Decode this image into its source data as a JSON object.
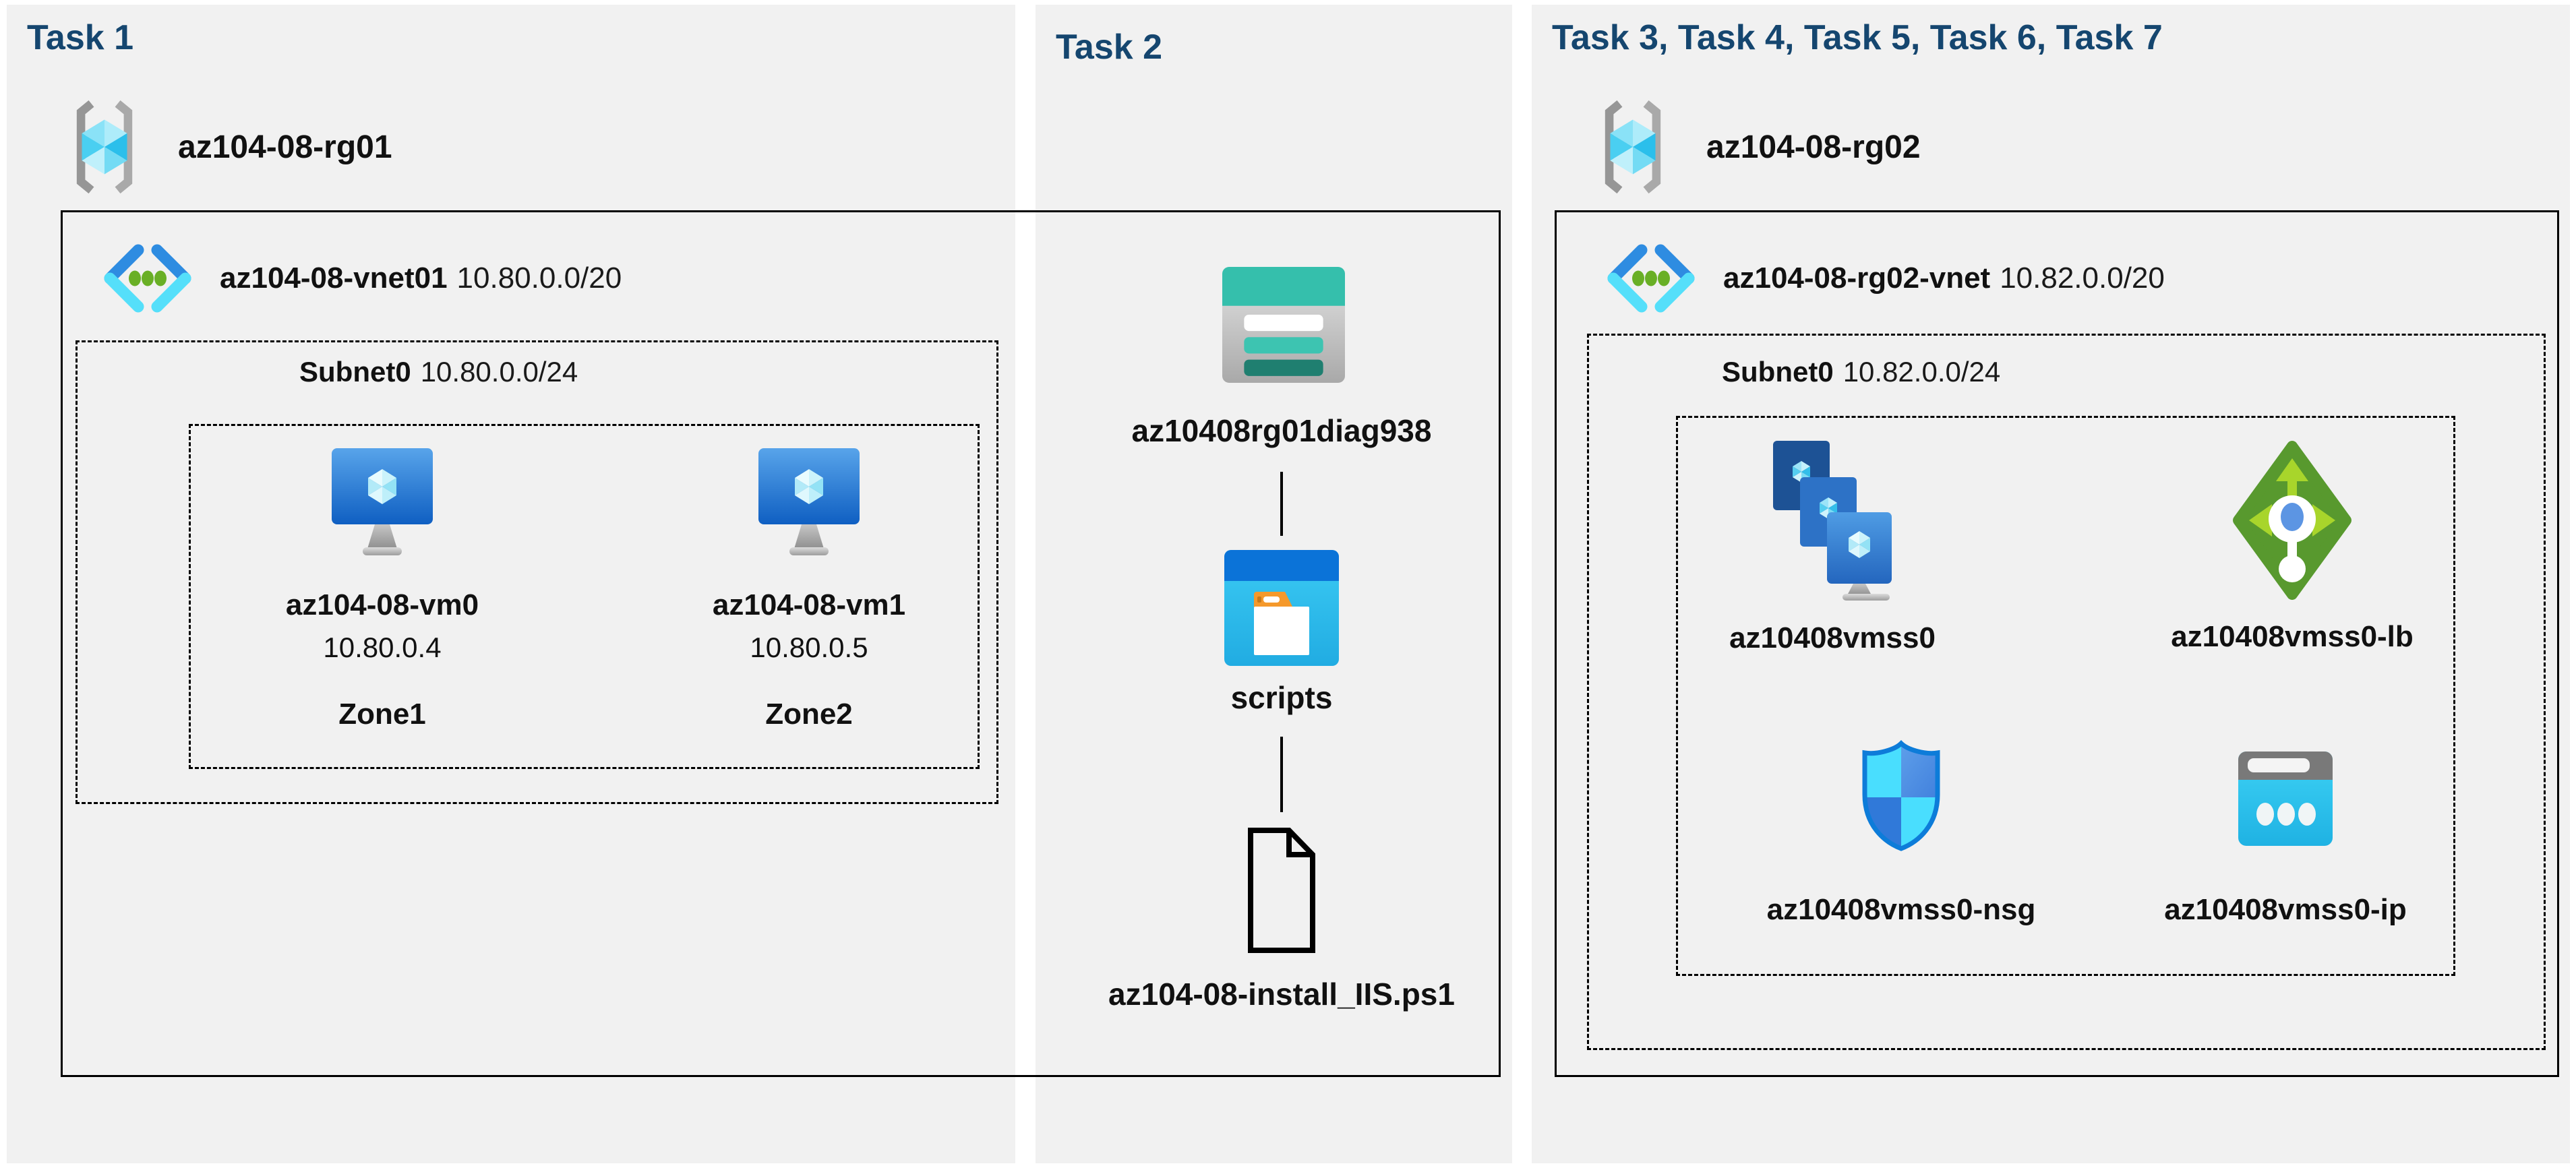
{
  "colors": {
    "panel_background": "#F1F1F1",
    "task_header": "#15466F",
    "border": "#000000",
    "storage_teal": "#35BFAC",
    "folder_top_blue": "#0B73D8",
    "vm_screen_blue": "#2F7BD2",
    "load_balancer_green": "#58992E",
    "nsg_border_blue": "#0D7CD9",
    "public_ip_cyan": "#2FC4EE",
    "vnet_dot_green": "#69AF25"
  },
  "task1": {
    "header": "Task 1",
    "resource_group": "az104-08-rg01",
    "vnet": {
      "name": "az104-08-vnet01",
      "cidr": "10.80.0.0/20"
    },
    "subnet": {
      "name": "Subnet0",
      "cidr": "10.80.0.0/24"
    },
    "vms": [
      {
        "name": "az104-08-vm0",
        "ip": "10.80.0.4",
        "zone": "Zone1"
      },
      {
        "name": "az104-08-vm1",
        "ip": "10.80.0.5",
        "zone": "Zone2"
      }
    ]
  },
  "task2": {
    "header": "Task 2",
    "storage_account": "az10408rg01diag938",
    "container": "scripts",
    "file": "az104-08-install_IIS.ps1"
  },
  "task3": {
    "header": "Task 3, Task 4, Task 5, Task 6, Task 7",
    "resource_group": "az104-08-rg02",
    "vnet": {
      "name": "az104-08-rg02-vnet",
      "cidr": "10.82.0.0/20"
    },
    "subnet": {
      "name": "Subnet0",
      "cidr": "10.82.0.0/24"
    },
    "resources": [
      {
        "name": "az10408vmss0",
        "type": "vm-scale-set"
      },
      {
        "name": "az10408vmss0-lb",
        "type": "load-balancer"
      },
      {
        "name": "az10408vmss0-nsg",
        "type": "network-security-group"
      },
      {
        "name": "az10408vmss0-ip",
        "type": "public-ip"
      }
    ]
  }
}
